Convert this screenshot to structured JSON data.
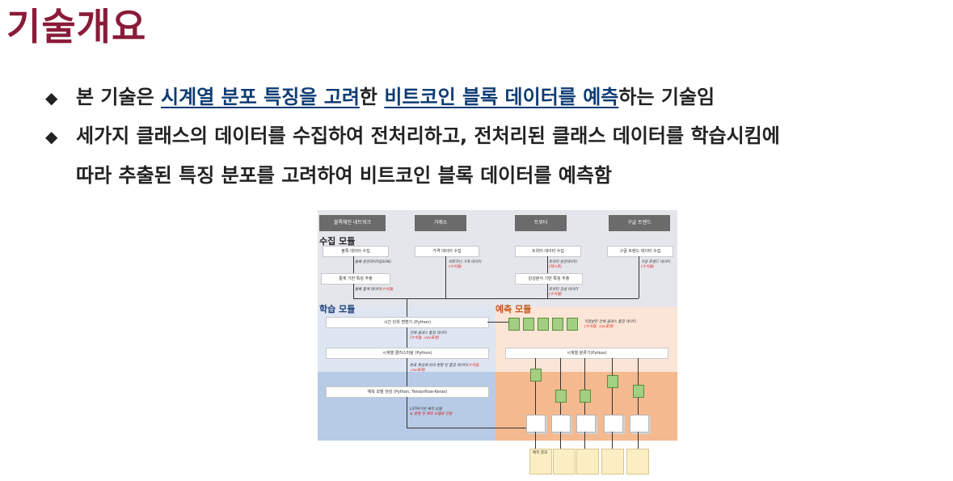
{
  "slide": {
    "title": "기술개요",
    "bullet_mark": "◆",
    "bullet1": {
      "p1": "본 기술은 ",
      "h1": "시계열 분포 특징을 고려",
      "p2": "한 ",
      "h2": "비트코인 블록 데이터를 예측",
      "p3": "하는 기술임"
    },
    "bullet2": {
      "line1": "세가지 클래스의 데이터를 수집하여 전처리하고, 전처리된 클래스 데이터를 학습시킴에",
      "line2": "따라 추출된 특징 분포를 고려하여 비트코인 블록 데이터를 예측함"
    }
  },
  "diagram": {
    "sources": [
      "블록체인 네트워크",
      "거래소",
      "트위터",
      "구글 트렌드"
    ],
    "modules": {
      "collect": "수집 모듈",
      "learn": "학습 모듈",
      "predict": "예측 모듈"
    },
    "collect_boxes": [
      "블록 데이터 수집",
      "가격 데이터 수집",
      "트위터 데이터 수집",
      "구글 트렌드 데이터 수집",
      "통계 기반 특징 추출",
      "감성분석 기반 특징 추출"
    ],
    "collect_notes": [
      {
        "text": "블록 원천데이터(JSON)",
        "tag": ""
      },
      {
        "text": "블록 통계 데이터",
        "tag": "(수치형)"
      },
      {
        "text": "비트코인 가격 데이터",
        "tag": "(수치형)"
      },
      {
        "text": "트위터 원천데이터",
        "tag": "(텍스트)"
      },
      {
        "text": "트위터 감성 데이터",
        "tag": "(수치형)"
      },
      {
        "text": "구글 트렌드 데이터",
        "tag": "(수치형)"
      }
    ],
    "learn_boxes": [
      "시간 단위 변환기 (Python)",
      "시계열 클러스터링 (Python)",
      "예측 모델 생성 (Python, Tensorflow-Keras)"
    ],
    "learn_notes": [
      {
        "text": "전체 클래스 통합 데이터",
        "tag": "(수치형, .csv포맷)"
      },
      {
        "text": "분포 특징에 따라 분할 된 통합 데이터",
        "tag": "(수치형, .csv포맷)"
      },
      {
        "text": "LSTM기반 예측 모델",
        "tag": "※ 분할 된 예측 모델로 전달"
      }
    ],
    "predict_box": "시계열 분류기(Pytkos)",
    "predict_note": {
      "text": "직접받은 전체 클래스 통합 데이터",
      "tag": "(수치형, .csv포맷)"
    },
    "output_label": "예측 결과"
  }
}
